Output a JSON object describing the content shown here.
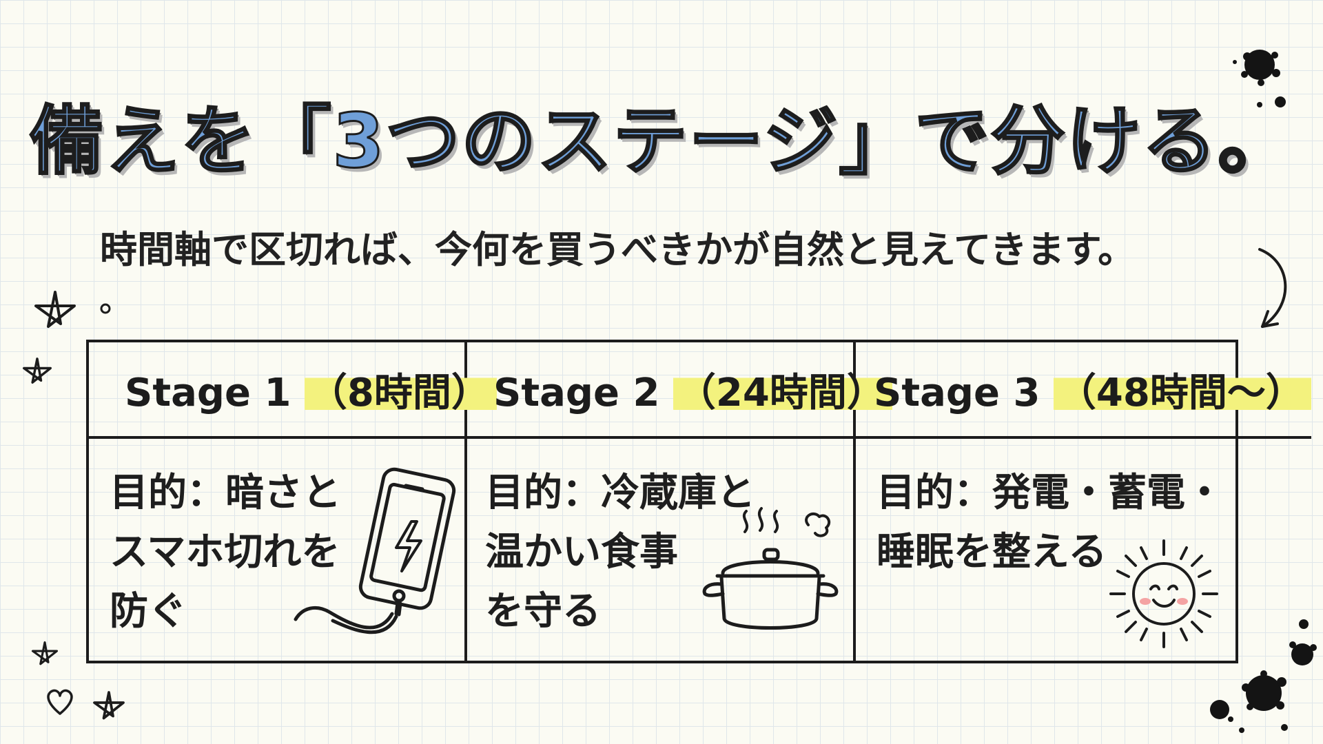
{
  "title": "備えを「3つのステージ」で分ける。",
  "subtitle": "時間軸で区切れば、今何を買うべきかが自然と見えてきます。",
  "stages": [
    {
      "name": "Stage 1",
      "duration": "（8時間）",
      "purpose_lines": [
        "目的：暗さと",
        "スマホ切れを",
        "防ぐ"
      ],
      "icon": "smartphone-charging-icon"
    },
    {
      "name": "Stage 2",
      "duration": "（24時間）",
      "purpose_lines": [
        "目的：冷蔵庫と",
        "温かい食事",
        "を守る"
      ],
      "icon": "cooking-pot-icon"
    },
    {
      "name": "Stage 3",
      "duration": "（48時間〜）",
      "purpose_lines": [
        "目的：発電・蓄電・",
        "睡眠を整える"
      ],
      "icon": "smiling-sun-icon"
    }
  ],
  "colors": {
    "title_fill": "#6f9fd8",
    "highlight": "#f3f27e",
    "ink": "#1c1c1c",
    "grid": "#dfe6ea",
    "paper": "#fbfbf3",
    "blush": "#f4a3a3"
  },
  "decorations": [
    "star-doodle-icon",
    "heart-doodle-icon",
    "ink-splatter-icon",
    "curved-arrow-icon"
  ]
}
